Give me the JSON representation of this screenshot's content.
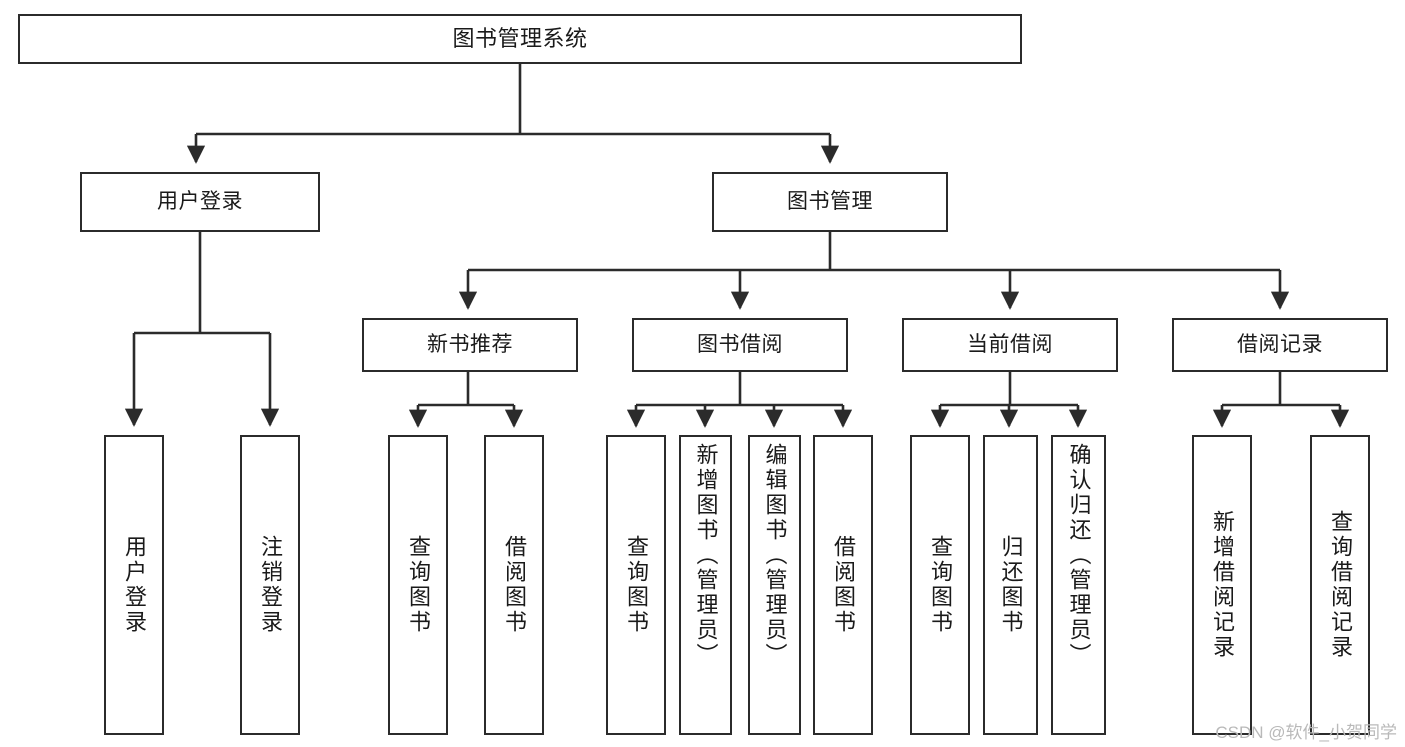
{
  "diagram": {
    "title": "图书管理系统",
    "type": "tree-hierarchy",
    "colors": {
      "box_stroke": "#2b2b2b",
      "box_fill": "#ffffff",
      "edge_stroke": "#2b2b2b",
      "text": "#1a1a1a",
      "watermark": "#b9b9b9",
      "background": "#ffffff"
    }
  },
  "root": {
    "label": "图书管理系统"
  },
  "level2": [
    {
      "label": "用户登录"
    },
    {
      "label": "图书管理"
    }
  ],
  "level3": [
    {
      "label": "新书推荐"
    },
    {
      "label": "图书借阅"
    },
    {
      "label": "当前借阅"
    },
    {
      "label": "借阅记录"
    }
  ],
  "leaves": {
    "user_login": [
      {
        "label": "用户登录"
      },
      {
        "label": "注销登录"
      }
    ],
    "new_book_recommend": [
      {
        "label": "查询图书"
      },
      {
        "label": "借阅图书"
      }
    ],
    "book_borrow": [
      {
        "label": "查询图书"
      },
      {
        "label": "新增图书（管理员）"
      },
      {
        "label": "编辑图书（管理员）"
      },
      {
        "label": "借阅图书"
      }
    ],
    "current_borrow": [
      {
        "label": "查询图书"
      },
      {
        "label": "归还图书"
      },
      {
        "label": "确认归还（管理员）"
      }
    ],
    "borrow_record": [
      {
        "label": "新增借阅记录"
      },
      {
        "label": "查询借阅记录"
      }
    ]
  },
  "watermark": {
    "text": "CSDN @软件_小贺同学"
  }
}
